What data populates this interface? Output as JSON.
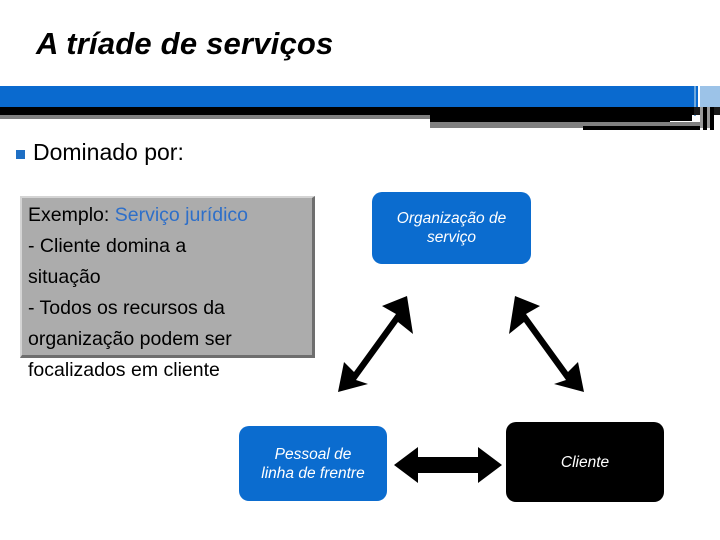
{
  "slide": {
    "title": "A tríade de serviços",
    "bullet": {
      "marker": "bullet-square-icon",
      "text": "Dominado por:"
    },
    "example_box": {
      "line1_label": "Exemplo:",
      "line1_value": "Serviço jurídico",
      "line2": "- Cliente domina a",
      "line3": "situação",
      "line4": "- Todos os recursos da",
      "line5": "organização podem ser",
      "line6": "focalizados em cliente"
    },
    "nodes": [
      {
        "id": "organizacao-de-servico",
        "label": "Organização de serviço",
        "line1": "Organização de",
        "line2": "serviço",
        "color": "#0B6CCF",
        "text_color": "#FFFFFF"
      },
      {
        "id": "pessoal-de-linha-de-frentre",
        "label": "Pessoal de linha de frentre",
        "line1": "Pessoal de",
        "line2": "linha de frentre",
        "color": "#0B6CCF",
        "text_color": "#FFFFFF"
      },
      {
        "id": "cliente",
        "label": "Cliente",
        "line1": "Cliente",
        "line2": "",
        "color": "#000000",
        "text_color": "#FFFFFF"
      }
    ],
    "connectors": [
      {
        "id": "org-to-pessoal",
        "icon": "double-arrow-diagonal-icon",
        "direction": "bidirectional",
        "from": "Organização de serviço",
        "to": "Pessoal de linha de frentre"
      },
      {
        "id": "org-to-cliente",
        "icon": "double-arrow-diagonal-icon",
        "direction": "bidirectional",
        "from": "Organização de serviço",
        "to": "Cliente"
      },
      {
        "id": "pessoal-to-cliente",
        "icon": "double-arrow-horizontal-icon",
        "direction": "bidirectional",
        "from": "Pessoal de linha de frentre",
        "to": "Cliente"
      }
    ],
    "theme": {
      "accent_blue": "#0A6ACF",
      "bullet_blue": "#1F6FC4",
      "link_blue": "#2E6FC9",
      "grey_box": "#ACACAC",
      "black": "#000000",
      "background": "#FFFFFF"
    }
  }
}
